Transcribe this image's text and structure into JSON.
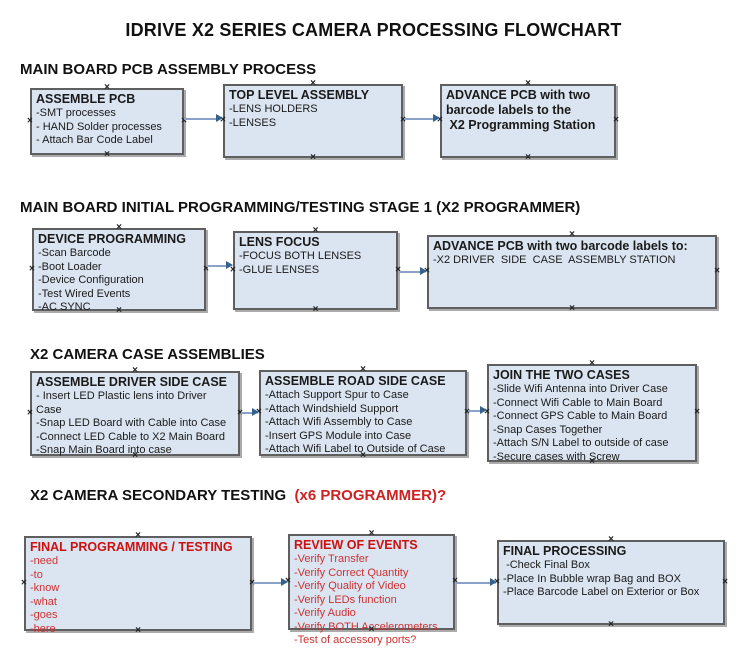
{
  "title": "IDRIVE X2  SERIES CAMERA PROCESSING FLOWCHART",
  "glyphs": {
    "handle": "×"
  },
  "colors": {
    "box_fill": "#dbe5f1",
    "box_border": "#5f5f5f",
    "arrow_line": "#8aa2c8",
    "arrow_head": "#36618f",
    "red_heading": "#cc1111",
    "red_item_text": "#cc3333",
    "text": "#1a1a1a"
  },
  "sections": [
    {
      "heading": "MAIN BOARD PCB ASSEMBLY PROCESS",
      "heading_red": "",
      "boxes": [
        {
          "title": "ASSEMBLE PCB",
          "items": [
            "-SMT processes",
            "- HAND Solder processes",
            "- Attach Bar Code Label"
          ]
        },
        {
          "title": "TOP LEVEL ASSEMBLY",
          "items": [
            "-LENS HOLDERS",
            "-LENSES"
          ]
        },
        {
          "title": "ADVANCE PCB with two barcode labels to the\n X2 Programming Station",
          "items": []
        }
      ]
    },
    {
      "heading": "MAIN BOARD INITIAL PROGRAMMING/TESTING STAGE 1 (X2 PROGRAMMER)",
      "heading_red": "",
      "boxes": [
        {
          "title": "DEVICE PROGRAMMING",
          "items": [
            "-Scan Barcode",
            "-Boot Loader",
            "-Device Configuration",
            "-Test Wired Events",
            "-AC SYNC"
          ]
        },
        {
          "title": "LENS FOCUS",
          "items": [
            "-FOCUS BOTH LENSES",
            "-GLUE LENSES"
          ]
        },
        {
          "title": "ADVANCE PCB with two barcode labels to:",
          "items": [
            "-X2 DRIVER  SIDE  CASE  ASSEMBLY STATION"
          ]
        }
      ]
    },
    {
      "heading": "X2 CAMERA CASE ASSEMBLIES",
      "heading_red": "",
      "boxes": [
        {
          "title": "ASSEMBLE DRIVER SIDE CASE",
          "items": [
            "- Insert LED Plastic lens into Driver Case",
            "-Snap LED Board with Cable into Case",
            "-Connect LED Cable to X2 Main Board",
            "-Snap Main Board into case"
          ]
        },
        {
          "title": "ASSEMBLE ROAD SIDE CASE",
          "items": [
            "-Attach Support Spur to Case",
            "-Attach Windshield Support",
            "-Attach Wifi Assembly to Case",
            "-Insert GPS Module into Case",
            "-Attach Wifi Label to Outside of Case"
          ]
        },
        {
          "title": "JOIN THE TWO CASES",
          "items": [
            "-Slide Wifi Antenna into Driver Case",
            "-Connect Wifi Cable to Main Board",
            "-Connect GPS Cable to Main Board",
            "-Snap Cases Together",
            "-Attach S/N Label to outside of case",
            "-Secure cases with Screw"
          ]
        }
      ]
    },
    {
      "heading": "X2 CAMERA SECONDARY TESTING ",
      "heading_red": " (x6 PROGRAMMER)?",
      "boxes": [
        {
          "title": "FINAL PROGRAMMING / TESTING",
          "items": [
            "-need",
            "-to",
            "-know",
            "-what",
            "-goes",
            "-here"
          ]
        },
        {
          "title": "REVIEW OF EVENTS",
          "items": [
            "-Verify Transfer",
            "-Verify Correct Quantity",
            "-Verify Quality of Video",
            "-Verify LEDs function",
            "-Verify Audio",
            "-Verify BOTH Accelerometers",
            "-Test of accessory ports?"
          ]
        },
        {
          "title": "FINAL PROCESSING",
          "items": [
            " -Check Final Box",
            "-Place In Bubble wrap Bag and BOX",
            "-Place Barcode Label on Exterior or Box"
          ]
        }
      ]
    }
  ]
}
